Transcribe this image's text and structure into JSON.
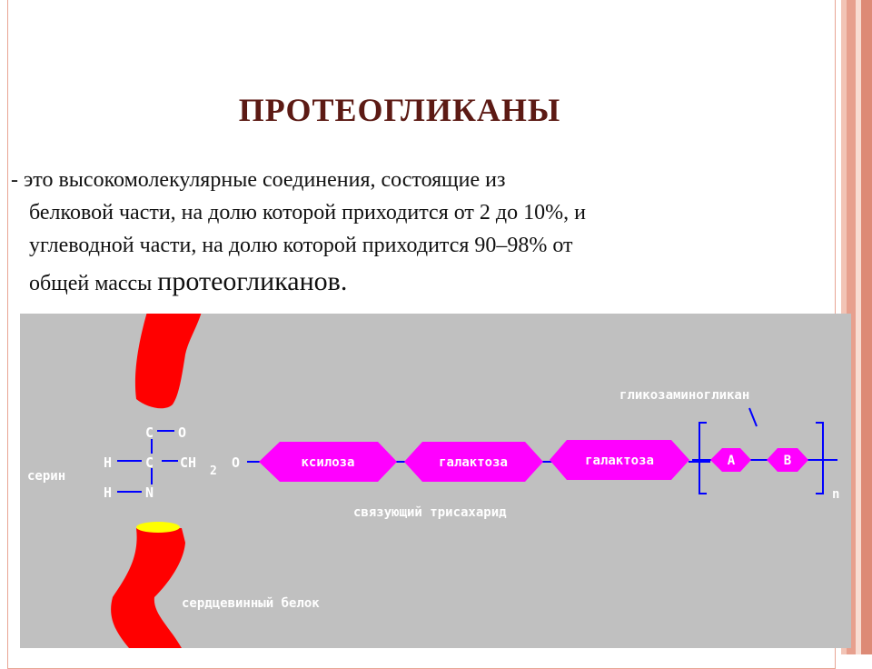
{
  "slide": {
    "title": "ПРОТЕОГЛИКАНЫ",
    "title_color": "#5c1a14",
    "border_color": "#e8a594",
    "stripe_colors": [
      "#f2c4b6",
      "#e7a08e",
      "#f8dcd2",
      "#dd8a76"
    ]
  },
  "definition": {
    "dash": "-",
    "line1": "это высокомолекулярные соединения, состоящие из",
    "line2": "белковой части, на долю которой приходится от 2 до 10%, и",
    "line3": "углеводной части, на долю которой приходится 90–98% от",
    "line4_a": "общей массы ",
    "line4_b": "протеогликанов."
  },
  "diagram": {
    "panel_color": "#c0c0c0",
    "protein_color": "#ff0000",
    "cap_color": "#ffff00",
    "sugar_color": "#ff00ff",
    "line_color": "#0000ff",
    "label_color": "#ffffff",
    "atoms": {
      "c_top": "C",
      "o_top": "O",
      "h_mid": "H",
      "c_mid": "C",
      "ch": "CH",
      "sub2": "2",
      "o_link": "O",
      "h_low": "H",
      "n_low": "N"
    },
    "labels": {
      "serine": "серин",
      "glycosaminoglycan": "гликозаминогликан",
      "linking_trisaccharide": "связующий трисахарид",
      "core_protein": "сердцевинный белок",
      "n": "n"
    },
    "sugars": [
      "ксилоза",
      "галактоза",
      "галактоза"
    ],
    "disaccharide": [
      "A",
      "B"
    ]
  }
}
